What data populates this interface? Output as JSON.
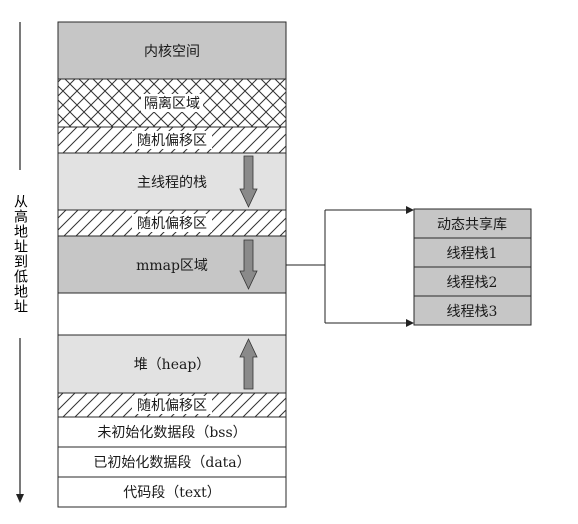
{
  "side_label": "从高地址到低地址",
  "segments": [
    {
      "id": "kernel",
      "label": "内核空间"
    },
    {
      "id": "isolation",
      "label": "隔离区域"
    },
    {
      "id": "rand1",
      "label": "随机偏移区"
    },
    {
      "id": "stack",
      "label": "主线程的栈"
    },
    {
      "id": "rand2",
      "label": "随机偏移区"
    },
    {
      "id": "mmap",
      "label": "mmap区域"
    },
    {
      "id": "empty",
      "label": ""
    },
    {
      "id": "heap",
      "label": "堆（heap）"
    },
    {
      "id": "rand3",
      "label": "随机偏移区"
    },
    {
      "id": "bss",
      "label": "未初始化数据段（bss）"
    },
    {
      "id": "data",
      "label": "已初始化数据段（data）"
    },
    {
      "id": "text",
      "label": "代码段（text）"
    }
  ],
  "mmap_contents": [
    "动态共享库",
    "线程栈1",
    "线程栈2",
    "线程栈3"
  ],
  "colors": {
    "dark_gray": "#c6c6c6",
    "light_gray": "#e2e2e2",
    "arrow_fill": "#8a8a8a",
    "border": "#2a2a2a"
  }
}
